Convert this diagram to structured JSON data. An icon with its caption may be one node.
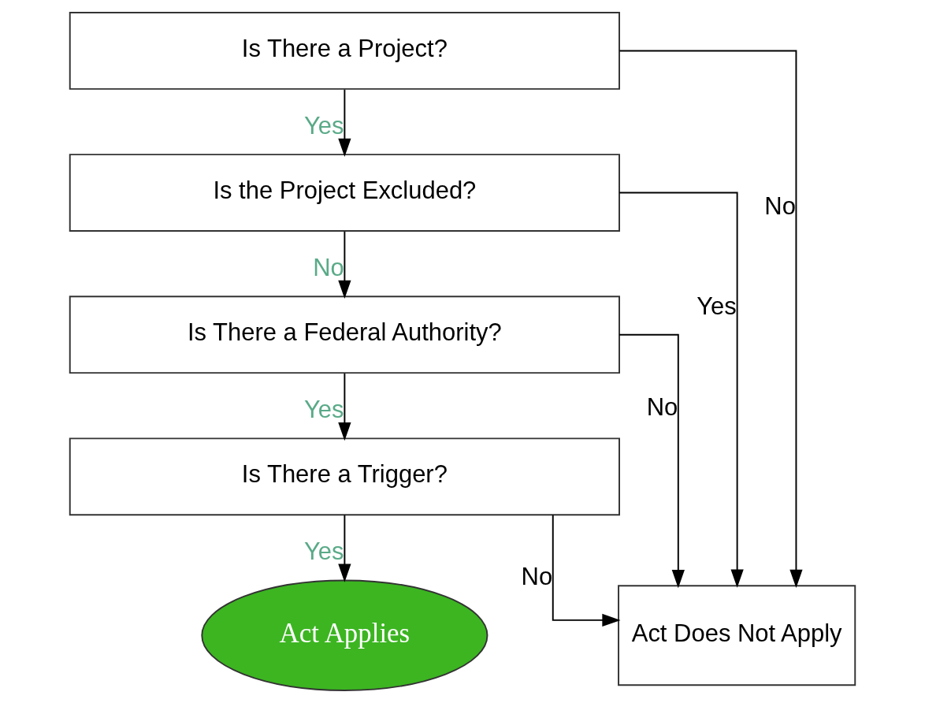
{
  "diagram": {
    "nodes": [
      {
        "text": [
          "Is There a Project?"
        ]
      },
      {
        "text": [
          "Is the Project Excluded?"
        ]
      },
      {
        "text": [
          "Is There a Federal Authority?"
        ]
      },
      {
        "text": [
          "Is There a Trigger?"
        ]
      },
      {
        "text": [
          "Act Applies"
        ]
      },
      {
        "text": [
          "Act Does Not Apply"
        ]
      }
    ],
    "edges": [
      {
        "from": 0,
        "to": 1,
        "arrow": "to",
        "label": "Yes"
      },
      {
        "from": 1,
        "to": 2,
        "arrow": "to",
        "label": "No"
      },
      {
        "from": 2,
        "to": 3,
        "arrow": "to",
        "label": "Yes"
      },
      {
        "from": 3,
        "to": 4,
        "arrow": "to",
        "label": "Yes"
      },
      {
        "from": 0,
        "to": 5,
        "arrow": "to",
        "label": "No"
      },
      {
        "from": 1,
        "to": 5,
        "arrow": "to",
        "label": "Yes"
      },
      {
        "from": 2,
        "to": 5,
        "arrow": "to",
        "label": "No"
      },
      {
        "from": 3,
        "to": 5,
        "arrow": "to",
        "label": "No"
      }
    ]
  }
}
